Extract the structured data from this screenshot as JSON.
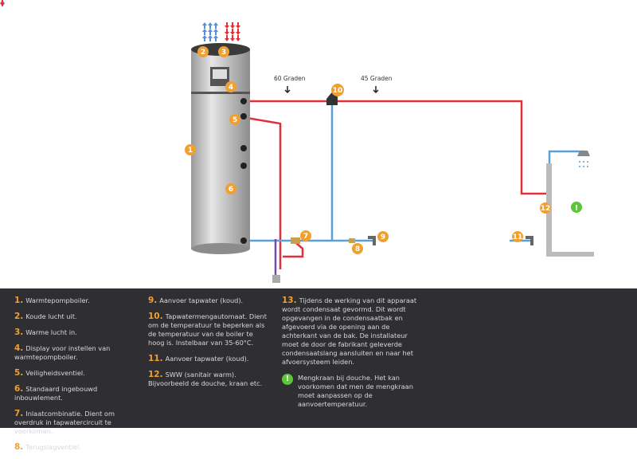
{
  "diagram": {
    "temp_labels": [
      "60 Graden",
      "45 Graden"
    ],
    "badges": [
      "1",
      "2",
      "3",
      "4",
      "5",
      "6",
      "7",
      "8",
      "9",
      "10",
      "11",
      "12"
    ],
    "colors": {
      "hot": "#e0313a",
      "cold": "#5a9fd8",
      "badge": "#f0a030",
      "ok": "#5ec43a",
      "drain": "#7a4aa0"
    }
  },
  "legend": {
    "col1": [
      {
        "num": "1.",
        "text": "Warmtepompboiler."
      },
      {
        "num": "2.",
        "text": "Koude lucht uit."
      },
      {
        "num": "3.",
        "text": "Warme lucht in."
      },
      {
        "num": "4.",
        "text": "Display voor instellen van warmtepompboiler."
      },
      {
        "num": "5.",
        "text": "Veiligheidsventiel."
      },
      {
        "num": "6.",
        "text": "Standaard ingebouwd inbouwlement."
      },
      {
        "num": "7.",
        "text": "Inlaatcombinatie. Dient om overdruk in tapwatercircuit te voorkomen."
      },
      {
        "num": "8.",
        "text": "Terugslagventiel."
      }
    ],
    "col2": [
      {
        "num": "9.",
        "text": "Aanvoer tapwater (koud)."
      },
      {
        "num": "10.",
        "text": "Tapwatermengautomaat. Dient om de temperatuur te beperken als de temperatuur van de boiler te hoog is. Instelbaar van 35-60°C."
      },
      {
        "num": "11.",
        "text": "Aanvoer tapwater (koud)."
      },
      {
        "num": "12.",
        "text": "SWW (sanitair warm). Bijvoorbeeld de douche, kraan etc."
      }
    ],
    "col3": [
      {
        "num": "13.",
        "text": "Tijdens de werking van dit apparaat wordt condensaat gevormd. Dit wordt opgevangen in de condensaatbak en afgevoerd via de opening aan de achterkant van de bak. De installateur moet de door de fabrikant geleverde condensaatslang aansluiten en naar het afvoersysteem leiden."
      }
    ],
    "note": {
      "icon": "!",
      "text": "Mengkraan bij douche. Het kan voorkomen dat men de mengkraan moet aanpassen op de aanvoertemperatuur."
    }
  }
}
